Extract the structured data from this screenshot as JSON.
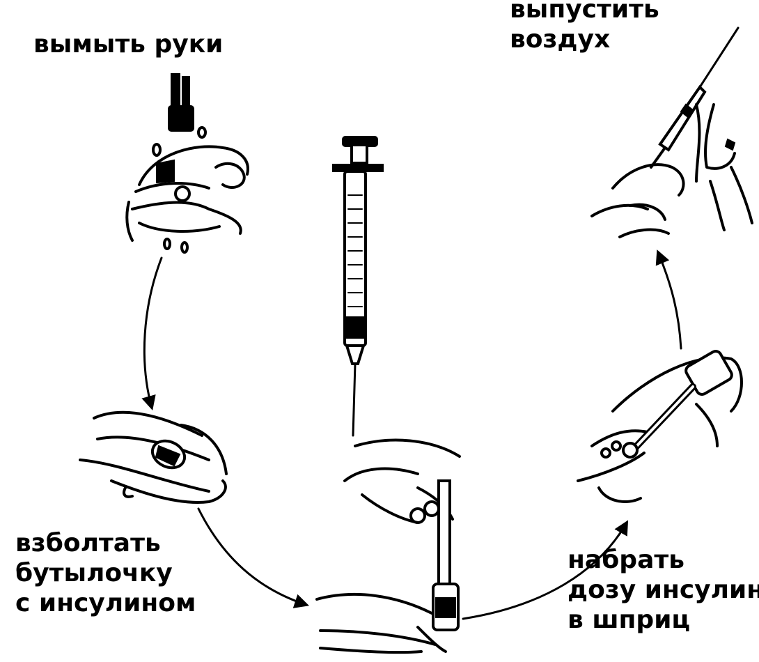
{
  "steps": [
    {
      "id": "wash",
      "lines": [
        "вымыть руки"
      ]
    },
    {
      "id": "shake",
      "lines": [
        "взболтать",
        "бутылочку",
        "с инсулином"
      ]
    },
    {
      "id": "draw",
      "lines": [
        "набрать",
        "дозу инсулина",
        "в шприц"
      ]
    },
    {
      "id": "air",
      "lines": [
        "выпустить",
        "воздух"
      ]
    }
  ],
  "colors": {
    "ink": "#000000",
    "background": "#ffffff"
  }
}
